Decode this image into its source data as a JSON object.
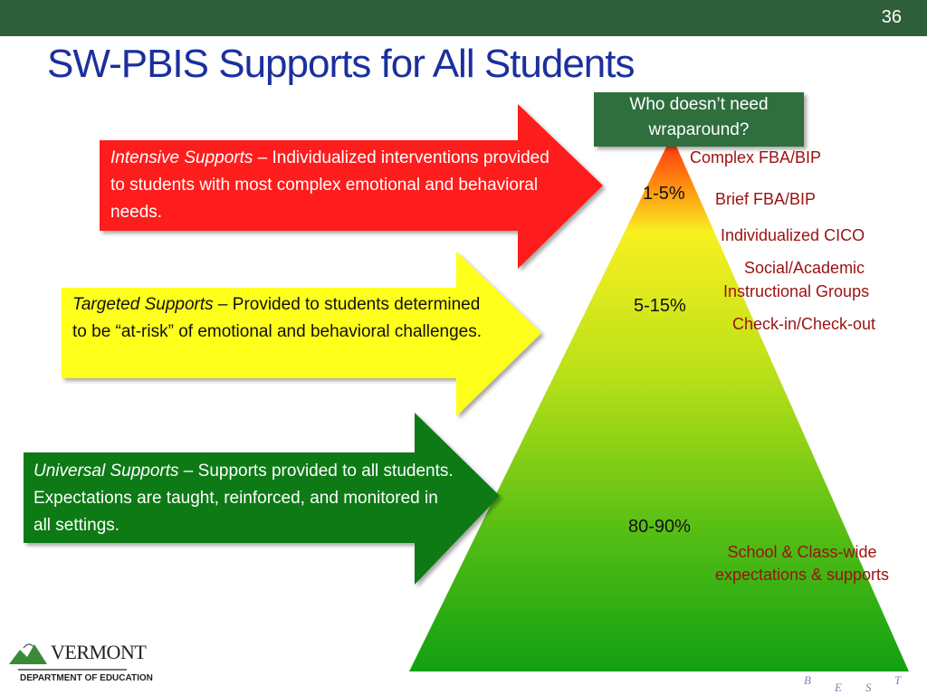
{
  "slide_number": "36",
  "title": "SW-PBIS Supports for All Students",
  "callout": {
    "line1": "Who doesn’t need",
    "line2": "wraparound?"
  },
  "arrows": [
    {
      "title": "Intensive Supports",
      "dash": " – ",
      "text": "Individualized interventions provided to students with most complex emotional and behavioral needs.",
      "color": "#ff1a1a"
    },
    {
      "title": "Targeted Supports",
      "dash": " – ",
      "text": "Provided to students determined to be “at-risk” of emotional and behavioral challenges.",
      "color": "#ffff1a"
    },
    {
      "title": "Universal Supports",
      "dash": " – ",
      "text": "Supports provided to all students. Expectations are taught, reinforced, and monitored in all settings.",
      "color": "#0a7a16"
    }
  ],
  "pyramid": {
    "percentages": {
      "top": "1-5%",
      "middle": "5-15%",
      "bottom": "80-90%"
    },
    "labels": {
      "complex_fba": "Complex FBA/BIP",
      "brief_fba": "Brief FBA/BIP",
      "individualized_cico": "Individualized CICO",
      "social_academic": "Social/Academic",
      "instructional_groups": "Instructional Groups",
      "check_in": "Check-in/Check-out",
      "school_class_1": "School & Class-wide",
      "school_class_2": "expectations & supports"
    },
    "colors": {
      "top": "#ff2a10",
      "middle": "#f8f020",
      "bottom": "#12a012"
    }
  },
  "logo": {
    "word": "VERMONT",
    "dept": "DEPARTMENT OF EDUCATION"
  },
  "best_letters": [
    "B",
    "E",
    "S",
    "T"
  ],
  "colors": {
    "header_bar": "#2f5f3a",
    "title": "#1b2f9e",
    "label": "#9b1111",
    "callout_bg": "#2f6e3d"
  }
}
